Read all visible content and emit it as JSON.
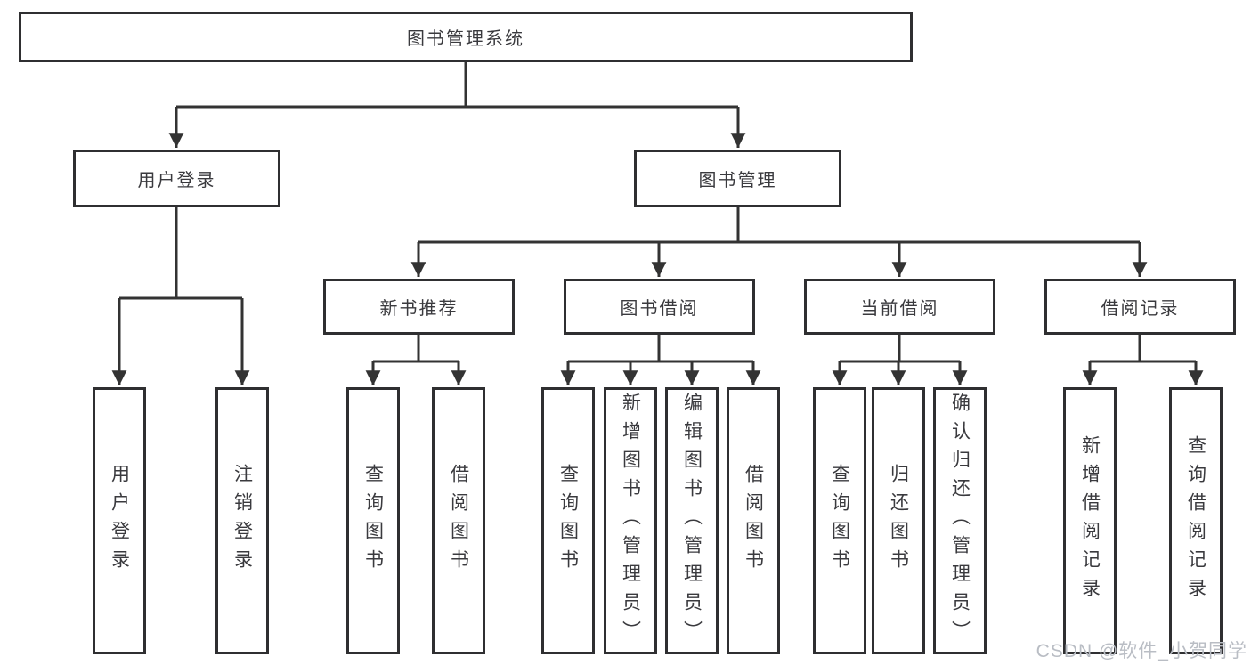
{
  "diagram": {
    "type": "hierarchy-tree",
    "orientation": "top-down",
    "nodes": {
      "root": "图书管理系统",
      "user_login": "用户登录",
      "book_mgmt": "图书管理",
      "new_book": "新书推荐",
      "book_borrow": "图书借阅",
      "current_borrow": "当前借阅",
      "borrow_record": "借阅记录",
      "leaf_user_login": "用户登录",
      "leaf_logout": "注销登录",
      "leaf_nb_query": "查询图书",
      "leaf_nb_borrow": "借阅图书",
      "leaf_bb_query": "查询图书",
      "leaf_bb_add": "新增图书（管理员）",
      "leaf_bb_edit": "编辑图书（管理员）",
      "leaf_bb_borrow": "借阅图书",
      "leaf_cb_query": "查询图书",
      "leaf_cb_return": "归还图书",
      "leaf_cb_confirm": "确认归还（管理员）",
      "leaf_br_add": "新增借阅记录",
      "leaf_br_query": "查询借阅记录"
    },
    "edges": [
      [
        "图书管理系统",
        "用户登录"
      ],
      [
        "图书管理系统",
        "图书管理"
      ],
      [
        "用户登录",
        "用户登录(叶)"
      ],
      [
        "用户登录",
        "注销登录"
      ],
      [
        "图书管理",
        "新书推荐"
      ],
      [
        "图书管理",
        "图书借阅"
      ],
      [
        "图书管理",
        "当前借阅"
      ],
      [
        "图书管理",
        "借阅记录"
      ],
      [
        "新书推荐",
        "查询图书"
      ],
      [
        "新书推荐",
        "借阅图书"
      ],
      [
        "图书借阅",
        "查询图书"
      ],
      [
        "图书借阅",
        "新增图书（管理员）"
      ],
      [
        "图书借阅",
        "编辑图书（管理员）"
      ],
      [
        "图书借阅",
        "借阅图书"
      ],
      [
        "当前借阅",
        "查询图书"
      ],
      [
        "当前借阅",
        "归还图书"
      ],
      [
        "当前借阅",
        "确认归还（管理员）"
      ],
      [
        "借阅记录",
        "新增借阅记录"
      ],
      [
        "借阅记录",
        "查询借阅记录"
      ]
    ],
    "colors": {
      "line": "#333333",
      "box_border": "#2f2f31",
      "text": "#3a3a3e",
      "watermark": "#b9bdc4",
      "background": "#ffffff"
    }
  },
  "watermark": {
    "text": "CSDN @软件_小贺同学"
  }
}
